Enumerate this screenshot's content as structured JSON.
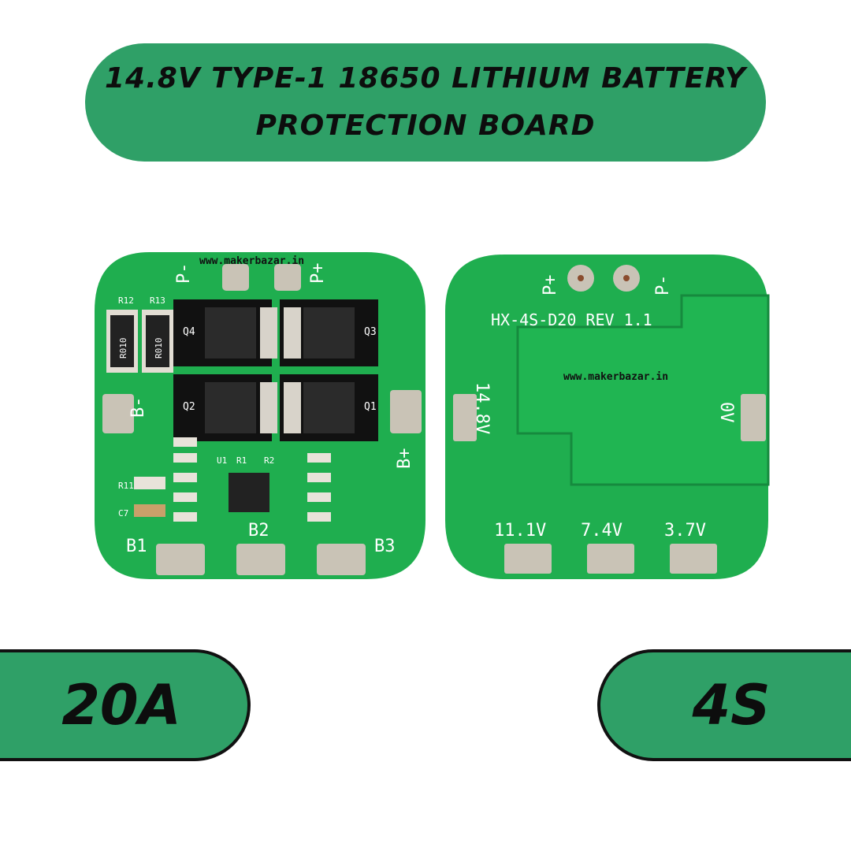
{
  "title": {
    "line1": "14.8V Type-1 18650 Lithium Battery",
    "line2": "Protection Board"
  },
  "badges": {
    "left": "20A",
    "right": "4S"
  },
  "website": "www.makerbazar.in",
  "front": {
    "pads": {
      "p_minus": "P-",
      "p_plus": "P+",
      "b_minus": "B-",
      "b_plus": "B+",
      "b1": "B1",
      "b2": "B2",
      "b3": "B3"
    },
    "resistors": [
      "R010",
      "R010"
    ],
    "labels": [
      "R12",
      "R13",
      "Q4",
      "Q3",
      "Q2",
      "Q1",
      "U1",
      "R1",
      "R2",
      "R11",
      "C7"
    ]
  },
  "back": {
    "board_id": "HX-4S-D20 REV 1.1",
    "pads": {
      "p_plus": "P+",
      "p_minus": "P-",
      "v148": "14.8V",
      "v0": "0V",
      "v111": "11.1V",
      "v74": "7.4V",
      "v37": "3.7V"
    }
  },
  "colors": {
    "banner": "#2fa067",
    "pcb": "#1fae4f",
    "pad": "#c9c3b6"
  }
}
